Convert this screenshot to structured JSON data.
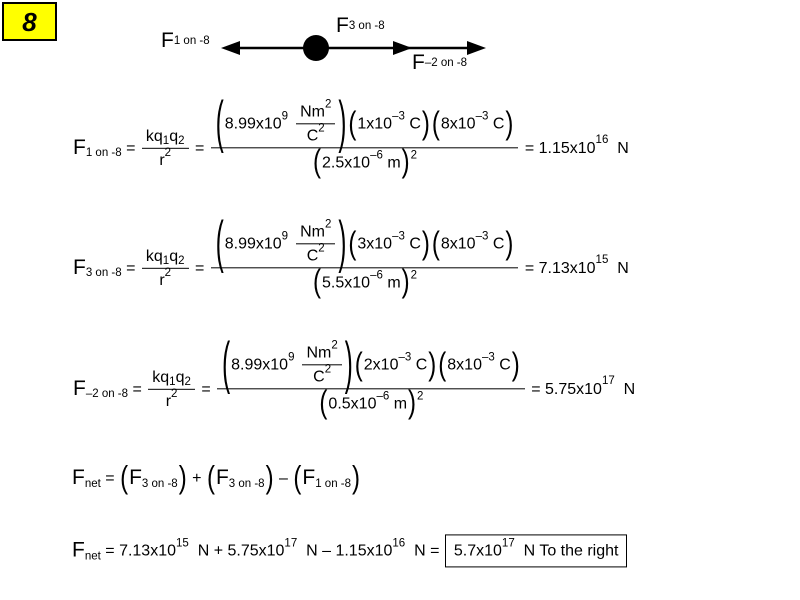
{
  "colors": {
    "highlight_yellow": "#ffff00",
    "ink": "#000000",
    "background": "#ffffff"
  },
  "slide_number": {
    "label": "8"
  },
  "diagram": {
    "charge_dot": "black-filled-circle",
    "arrows": [
      "left-arrow",
      "mid-right-arrow",
      "far-right-arrow"
    ],
    "f1_label": [
      {
        "k": "F",
        "v": "F"
      },
      {
        "k": "sub",
        "v": "1 on -8"
      }
    ],
    "f3_label": [
      {
        "k": "F",
        "v": "F"
      },
      {
        "k": "sub",
        "v": "3 on -8"
      }
    ],
    "f2_label": [
      {
        "k": "F",
        "v": "F"
      },
      {
        "k": "sub",
        "v": "–2 on -8"
      }
    ]
  },
  "equations": [
    {
      "name": "F 1 on -8",
      "tokens": [
        {
          "k": "F",
          "v": "F"
        },
        {
          "k": "sub",
          "v": "1 on -8"
        },
        " = ",
        {
          "k": "frac",
          "num": [
            "kq",
            {
              "k": "sub",
              "v": "1"
            },
            "q",
            {
              "k": "sub",
              "v": "2"
            }
          ],
          "den": [
            "r",
            {
              "k": "sup",
              "v": "2"
            }
          ]
        },
        " = ",
        {
          "k": "frac",
          "num": [
            {
              "k": "par",
              "s": 2.4,
              "c": [
                "8.99x10",
                {
                  "k": "sup",
                  "v": "9"
                },
                {
                  "k": "sp",
                  "w": 6
                },
                {
                  "k": "frac",
                  "num": [
                    "Nm",
                    {
                      "k": "sup",
                      "v": "2"
                    }
                  ],
                  "den": [
                    "C",
                    {
                      "k": "sup",
                      "v": "2"
                    }
                  ]
                }
              ]
            },
            {
              "k": "par",
              "s": 1.35,
              "c": [
                "1x10",
                {
                  "k": "sup",
                  "v": "–3"
                },
                " C"
              ]
            },
            {
              "k": "par",
              "s": 1.35,
              "c": [
                "8x10",
                {
                  "k": "sup",
                  "v": "–3"
                },
                " C"
              ]
            }
          ],
          "den": [
            {
              "k": "par",
              "s": 1.35,
              "c": [
                "2.5x10",
                {
                  "k": "sup",
                  "v": "–6"
                },
                " m"
              ]
            },
            {
              "k": "sup",
              "v": "2"
            }
          ]
        },
        " = 1.15x10",
        {
          "k": "sup",
          "v": "16"
        },
        "  N"
      ]
    },
    {
      "name": "F 3 on -8",
      "tokens": [
        {
          "k": "F",
          "v": "F"
        },
        {
          "k": "sub",
          "v": "3 on -8"
        },
        " = ",
        {
          "k": "frac",
          "num": [
            "kq",
            {
              "k": "sub",
              "v": "1"
            },
            "q",
            {
              "k": "sub",
              "v": "2"
            }
          ],
          "den": [
            "r",
            {
              "k": "sup",
              "v": "2"
            }
          ]
        },
        " = ",
        {
          "k": "frac",
          "num": [
            {
              "k": "par",
              "s": 2.4,
              "c": [
                "8.99x10",
                {
                  "k": "sup",
                  "v": "9"
                },
                {
                  "k": "sp",
                  "w": 6
                },
                {
                  "k": "frac",
                  "num": [
                    "Nm",
                    {
                      "k": "sup",
                      "v": "2"
                    }
                  ],
                  "den": [
                    "C",
                    {
                      "k": "sup",
                      "v": "2"
                    }
                  ]
                }
              ]
            },
            {
              "k": "par",
              "s": 1.35,
              "c": [
                "3x10",
                {
                  "k": "sup",
                  "v": "–3"
                },
                " C"
              ]
            },
            {
              "k": "par",
              "s": 1.35,
              "c": [
                "8x10",
                {
                  "k": "sup",
                  "v": "–3"
                },
                " C"
              ]
            }
          ],
          "den": [
            {
              "k": "par",
              "s": 1.35,
              "c": [
                "5.5x10",
                {
                  "k": "sup",
                  "v": "–6"
                },
                " m"
              ]
            },
            {
              "k": "sup",
              "v": "2"
            }
          ]
        },
        " = 7.13x10",
        {
          "k": "sup",
          "v": "15"
        },
        "  N"
      ]
    },
    {
      "name": "F -2 on -8",
      "tokens": [
        {
          "k": "F",
          "v": "F"
        },
        {
          "k": "sub",
          "v": "–2 on -8"
        },
        " = ",
        {
          "k": "frac",
          "num": [
            "kq",
            {
              "k": "sub",
              "v": "1"
            },
            "q",
            {
              "k": "sub",
              "v": "2"
            }
          ],
          "den": [
            "r",
            {
              "k": "sup",
              "v": "2"
            }
          ]
        },
        " = ",
        {
          "k": "frac",
          "num": [
            {
              "k": "par",
              "s": 2.4,
              "c": [
                "8.99x10",
                {
                  "k": "sup",
                  "v": "9"
                },
                {
                  "k": "sp",
                  "w": 6
                },
                {
                  "k": "frac",
                  "num": [
                    "Nm",
                    {
                      "k": "sup",
                      "v": "2"
                    }
                  ],
                  "den": [
                    "C",
                    {
                      "k": "sup",
                      "v": "2"
                    }
                  ]
                }
              ]
            },
            {
              "k": "par",
              "s": 1.35,
              "c": [
                "2x10",
                {
                  "k": "sup",
                  "v": "–3"
                },
                " C"
              ]
            },
            {
              "k": "par",
              "s": 1.35,
              "c": [
                "8x10",
                {
                  "k": "sup",
                  "v": "–3"
                },
                " C"
              ]
            }
          ],
          "den": [
            {
              "k": "par",
              "s": 1.35,
              "c": [
                "0.5x10",
                {
                  "k": "sup",
                  "v": "–6"
                },
                " m"
              ]
            },
            {
              "k": "sup",
              "v": "2"
            }
          ]
        },
        " = 5.75x10",
        {
          "k": "sup",
          "v": "17"
        },
        "  N"
      ]
    },
    {
      "name": "F net symbolic",
      "tokens": [
        {
          "k": "F",
          "v": "F"
        },
        {
          "k": "sub",
          "v": "net"
        },
        " = ",
        {
          "k": "par",
          "s": 1.3,
          "c": [
            {
              "k": "F",
              "v": "F"
            },
            {
              "k": "sub",
              "v": "3 on -8"
            }
          ]
        },
        " + ",
        {
          "k": "par",
          "s": 1.3,
          "c": [
            {
              "k": "F",
              "v": "F"
            },
            {
              "k": "sub",
              "v": "3 on -8"
            }
          ]
        },
        " – ",
        {
          "k": "par",
          "s": 1.3,
          "c": [
            {
              "k": "F",
              "v": "F"
            },
            {
              "k": "sub",
              "v": "1 on -8"
            }
          ]
        }
      ]
    },
    {
      "name": "F net numeric",
      "tokens": [
        {
          "k": "F",
          "v": "F"
        },
        {
          "k": "sub",
          "v": "net"
        },
        " = 7.13x10",
        {
          "k": "sup",
          "v": "15"
        },
        "  N + 5.75x10",
        {
          "k": "sup",
          "v": "17"
        },
        "  N – 1.15x10",
        {
          "k": "sup",
          "v": "16"
        },
        "  N = ",
        {
          "k": "box",
          "c": [
            "5.7x10",
            {
              "k": "sup",
              "v": "17"
            },
            "  N To the right"
          ]
        }
      ]
    }
  ]
}
